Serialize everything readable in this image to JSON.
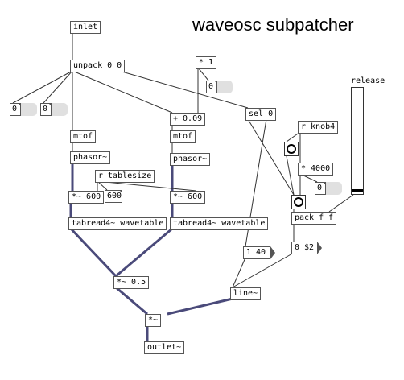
{
  "title": "waveosc subpatcher",
  "objects": {
    "inlet": "inlet",
    "unpack": "unpack 0 0",
    "mul1": "* 1",
    "sel0": "sel 0",
    "plus": "+ 0.09",
    "mtof1": "mtof",
    "mtof2": "mtof",
    "rknob": "r knob4",
    "phasor1": "phasor~",
    "phasor2": "phasor~",
    "mul4000": "* 4000",
    "rtable": "r tablesize",
    "mulsig1": "*~ 600",
    "mulsig2": "*~ 600",
    "pack": "pack f f",
    "tab1": "tabread4~ wavetable",
    "tab2": "tabread4~ wavetable",
    "mulhalf": "*~ 0.5",
    "line": "line~",
    "mulout": "*~",
    "outlet": "outlet~"
  },
  "messages": {
    "m140": "1 40",
    "m0d2": "0 $2"
  },
  "atoms": {
    "a1": "0",
    "a2": "0",
    "a3": "0",
    "a4": "600",
    "a5": "0"
  },
  "release_label": "release",
  "release_level": 0.02,
  "colors": {
    "signal": "#4a4a7a",
    "control": "#333333"
  }
}
